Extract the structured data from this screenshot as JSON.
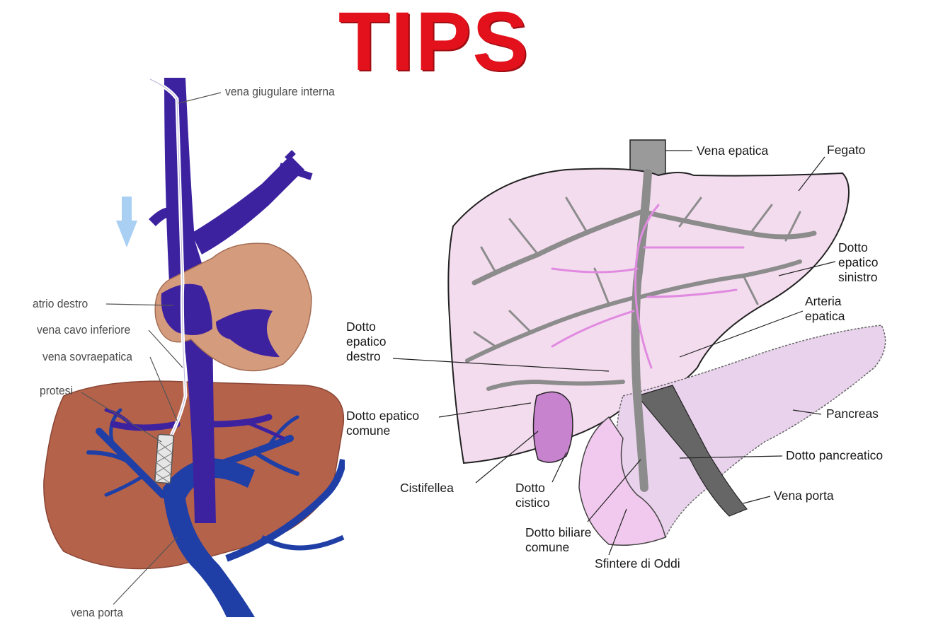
{
  "title": "TIPS",
  "left_diagram": {
    "labels": {
      "vena_giugulare": "vena giugulare interna",
      "atrio_destro": "atrio destro",
      "vena_cavo_inferiore": "vena cavo inferiore",
      "vena_sovraepatica": "vena sovraepatica",
      "protesi": "protesi",
      "vena_porta": "vena porta"
    },
    "colors": {
      "vein": "#3d22a0",
      "portal": "#1f3fa6",
      "liver": "#b5624a",
      "heart": "#d59b7d",
      "catheter": "#ffffff",
      "arrow": "#a9cff2"
    }
  },
  "right_diagram": {
    "labels": {
      "vena_epatica": "Vena epatica",
      "fegato": "Fegato",
      "dotto_epatico_sinistro": [
        "Dotto",
        "epatico",
        "sinistro"
      ],
      "arteria_epatica": [
        "Arteria",
        "epatica"
      ],
      "dotto_epatico_destro": [
        "Dotto",
        "epatico",
        "destro"
      ],
      "dotto_epatico_comune": [
        "Dotto epatico",
        "comune"
      ],
      "pancreas": "Pancreas",
      "dotto_pancreatico": "Dotto pancreatico",
      "vena_porta": "Vena porta",
      "cistifellea": "Cistifellea",
      "dotto_cistico": [
        "Dotto",
        "cistico"
      ],
      "dotto_biliare_comune": [
        "Dotto biliare",
        "comune"
      ],
      "sfintere_oddi": "Sfintere di Oddi"
    },
    "colors": {
      "liver": "#f4dcef",
      "ducts": "#8c8c8c",
      "artery": "#e08ae0",
      "pancreas": "#e9d2ec",
      "gallbladder": "#c883cf",
      "portal": "#4a4a4a"
    }
  }
}
